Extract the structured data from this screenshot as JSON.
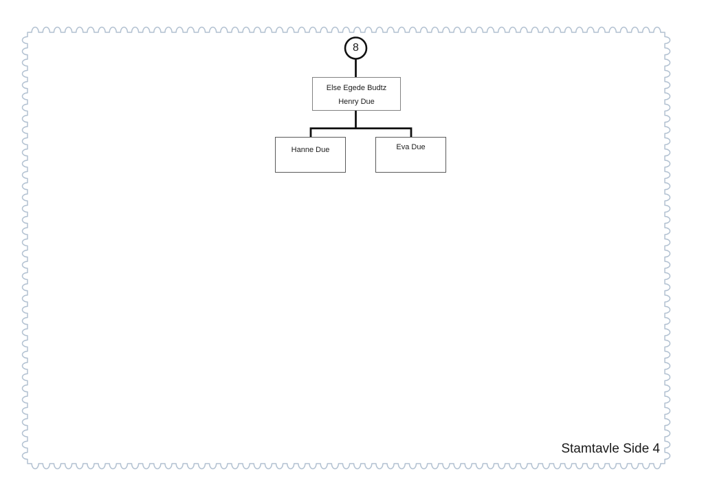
{
  "page": {
    "background_color": "#ffffff",
    "border_color": "#b2c1d1",
    "footer_label": "Stamtavle Side 4"
  },
  "tree": {
    "generation_number": "8",
    "couple_box": {
      "person1": "Else Egede Budtz",
      "person2": "Henry Due"
    },
    "children": [
      {
        "name": "Hanne Due"
      },
      {
        "name": "Eva Due"
      }
    ],
    "connector_color": "#111111",
    "parent_box_border_color": "#808080",
    "child_box_border_color": "#595959"
  }
}
